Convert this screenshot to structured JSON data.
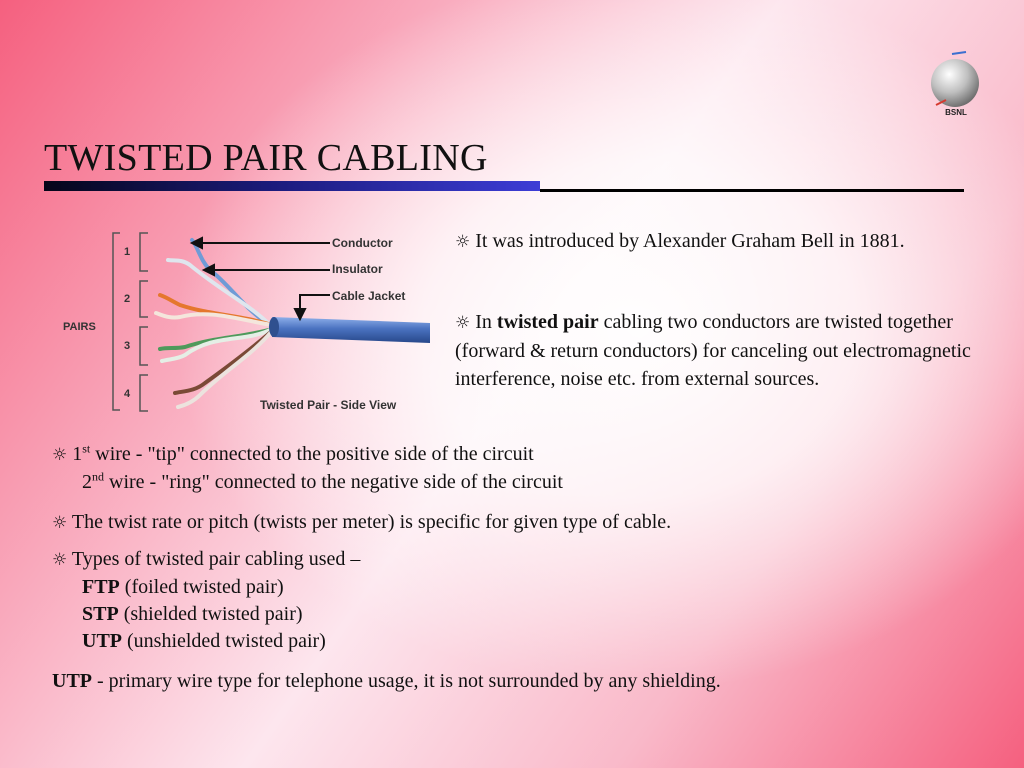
{
  "logo": {
    "label": "BSNL"
  },
  "title": "TWISTED PAIR CABLING",
  "bullet_symbol": "☼",
  "diagram": {
    "pairs_label": "PAIRS",
    "pair_numbers": [
      "1",
      "2",
      "3",
      "4"
    ],
    "labels": {
      "conductor": "Conductor",
      "insulator": "Insulator",
      "jacket": "Cable Jacket"
    },
    "caption": "Twisted Pair - Side View",
    "colors": {
      "jacket": "#4a72c0",
      "pair1": "#6f9bd6",
      "pair2": "#e5772d",
      "pair3": "#4e9a5b",
      "pair4": "#7a4a36"
    }
  },
  "paras": {
    "bell": "It was introduced by Alexander Graham Bell in 1881.",
    "tp": {
      "pre": "In",
      "bold": "twisted pair",
      "post": "cabling two conductors are twisted together (forward & return conductors) for canceling out electromagnetic interference, noise etc. from external sources."
    },
    "wires": {
      "w1": {
        "num": "1",
        "sup": "st",
        "text": "wire  - \"tip\" connected to the positive side of the circuit"
      },
      "w2": {
        "num": "2",
        "sup": "nd",
        "text": "wire - \"ring\" connected to the negative side of the circuit"
      }
    },
    "twist": "The twist rate or pitch (twists per meter) is specific for given type of cable.",
    "types": {
      "lead": "Types of twisted pair cabling used –",
      "items": [
        {
          "bold": "FTP",
          "text": "(foiled twisted pair)"
        },
        {
          "bold": "STP",
          "text": "(shielded twisted pair)"
        },
        {
          "bold": "UTP",
          "text": "(unshielded twisted pair)"
        }
      ]
    },
    "utp": {
      "bold": "UTP",
      "text": "- primary wire type for telephone usage, it is not surrounded by any shielding."
    }
  }
}
